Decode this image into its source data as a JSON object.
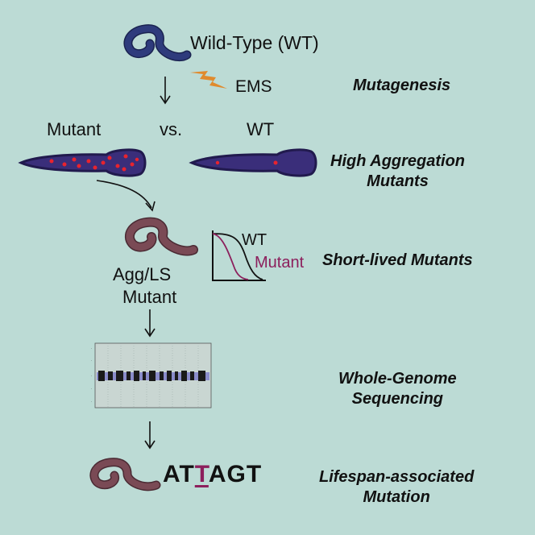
{
  "colors": {
    "background": "#bcdbd5",
    "worm_wt": "#2e3b7c",
    "worm_mutant": "#7a4a55",
    "lightning": "#e08a2c",
    "worm_body_fill": "#3a2e7a",
    "worm_outline": "#211a4e",
    "aggregate": "#e8232e",
    "mutant_curve": "#8c1f5c",
    "highlight_letter": "#8c1f5c"
  },
  "top": {
    "wt_label": "Wild-Type (WT)",
    "ems_label": "EMS",
    "worm_icon": "nematode-icon",
    "lightning_icon": "lightning-bolt-icon"
  },
  "compare": {
    "mutant_label": "Mutant",
    "vs_label": "vs.",
    "wt_label": "WT"
  },
  "agg_mutant": {
    "line1": "Agg/LS",
    "line2": "Mutant"
  },
  "survival": {
    "wt_label": "WT",
    "mutant_label": "Mutant"
  },
  "sequence": {
    "part1": "AT",
    "highlight": "T",
    "part2": "AGT"
  },
  "steps": {
    "mutagenesis": "Mutagenesis",
    "aggregation_line1": "High Aggregation",
    "aggregation_line2": "Mutants",
    "short_lived": "Short-lived Mutants",
    "wgs_line1": "Whole-Genome",
    "wgs_line2": "Sequencing",
    "lifespan_line1": "Lifespan-associated",
    "lifespan_line2": "Mutation"
  }
}
